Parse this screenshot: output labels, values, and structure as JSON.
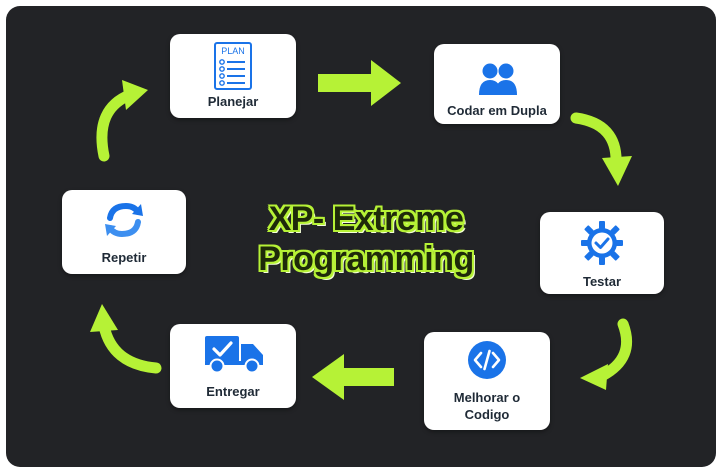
{
  "title_line1": "XP- Extreme",
  "title_line2": "Programming",
  "colors": {
    "background": "#222326",
    "accent": "#b6f236",
    "card": "#ffffff",
    "icon_blue": "#1a73e8"
  },
  "steps": [
    {
      "label": "Planejar",
      "icon": "plan-document-icon",
      "icon_text": "PLAN"
    },
    {
      "label": "Codar em Dupla",
      "icon": "pair-users-icon"
    },
    {
      "label": "Testar",
      "icon": "gear-check-icon"
    },
    {
      "label_line1": "Melhorar o",
      "label_line2": "Codigo",
      "icon": "code-brackets-icon"
    },
    {
      "label": "Entregar",
      "icon": "delivery-truck-icon"
    },
    {
      "label": "Repetir",
      "icon": "refresh-cycle-icon"
    }
  ]
}
